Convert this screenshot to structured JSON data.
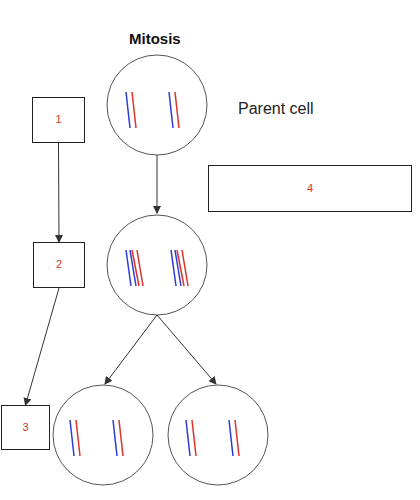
{
  "diagram": {
    "title": "Mitosis",
    "nodes": [
      {
        "text": [
          "1"
        ]
      },
      {
        "text": [
          "4"
        ]
      },
      {
        "text": [
          "2"
        ]
      },
      {
        "text": [
          "3"
        ]
      }
    ],
    "edges": [
      {
        "from": 0,
        "to": 2,
        "arrow": "to"
      },
      {
        "from": 2,
        "to": 3,
        "arrow": "to"
      }
    ],
    "labels": [
      "Parent cell"
    ]
  }
}
